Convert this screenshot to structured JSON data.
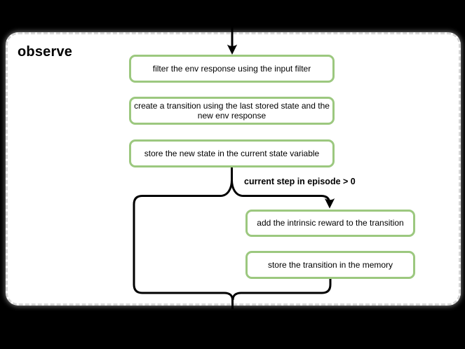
{
  "header": {
    "title": "observe"
  },
  "flow": {
    "boxes": [
      {
        "lines": [
          "filter the env response using the input filter"
        ]
      },
      {
        "lines": [
          "create a transition using the last stored state and the",
          "new env response"
        ]
      },
      {
        "lines": [
          "store the new state in the current state variable"
        ]
      },
      {
        "lines": [
          "add the intrinsic reward to the transition"
        ]
      },
      {
        "lines": [
          "store the transition in the memory"
        ]
      }
    ],
    "condition_label": "current step in episode > 0",
    "edges": [
      {
        "from": "entry",
        "to": "filter the env response using the input filter",
        "arrow": true
      },
      {
        "from": "store the new state in the current state variable",
        "to": "branch-point",
        "arrow": false
      },
      {
        "from": "branch-point",
        "to": "add the intrinsic reward to the transition",
        "label": "current step in episode > 0",
        "arrow": true
      },
      {
        "from": "branch-point",
        "to": "exit",
        "label": "",
        "arrow": false
      },
      {
        "from": "store the transition in the memory",
        "to": "exit",
        "arrow": false
      }
    ]
  },
  "colors": {
    "canvas-bg": "#000000",
    "panel-bg": "#ffffff",
    "panel-border": "#d6d6d6",
    "node-border": "#9cc87f",
    "node-bg": "#ffffff",
    "connector": "#000000",
    "text": "#000000"
  }
}
